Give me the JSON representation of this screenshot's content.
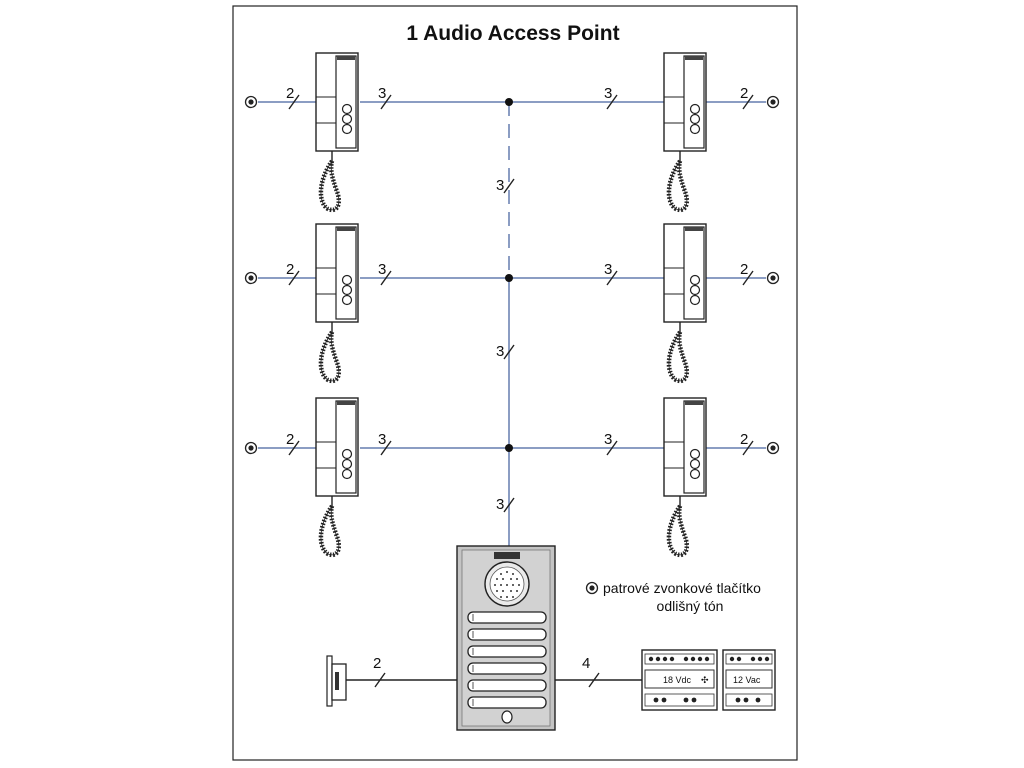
{
  "title": "1 Audio Access Point",
  "labels": {
    "wire_2": "2",
    "wire_3": "3",
    "wire_4": "4"
  },
  "legend": {
    "line1": "patrové zvonkové tlačítko",
    "line2": "odlišný tón"
  },
  "power_supplies": {
    "psu1_label": "18 Vdc",
    "psu2_label": "12 Vac"
  },
  "colors": {
    "bus_line": "#8b9dc3",
    "outline": "#222222",
    "panel_fill": "#bfbfbf"
  },
  "icons": [
    "doorbell-button-icon",
    "intercom-handset-icon",
    "door-lock-icon",
    "entry-panel-icon",
    "power-supply-icon"
  ]
}
